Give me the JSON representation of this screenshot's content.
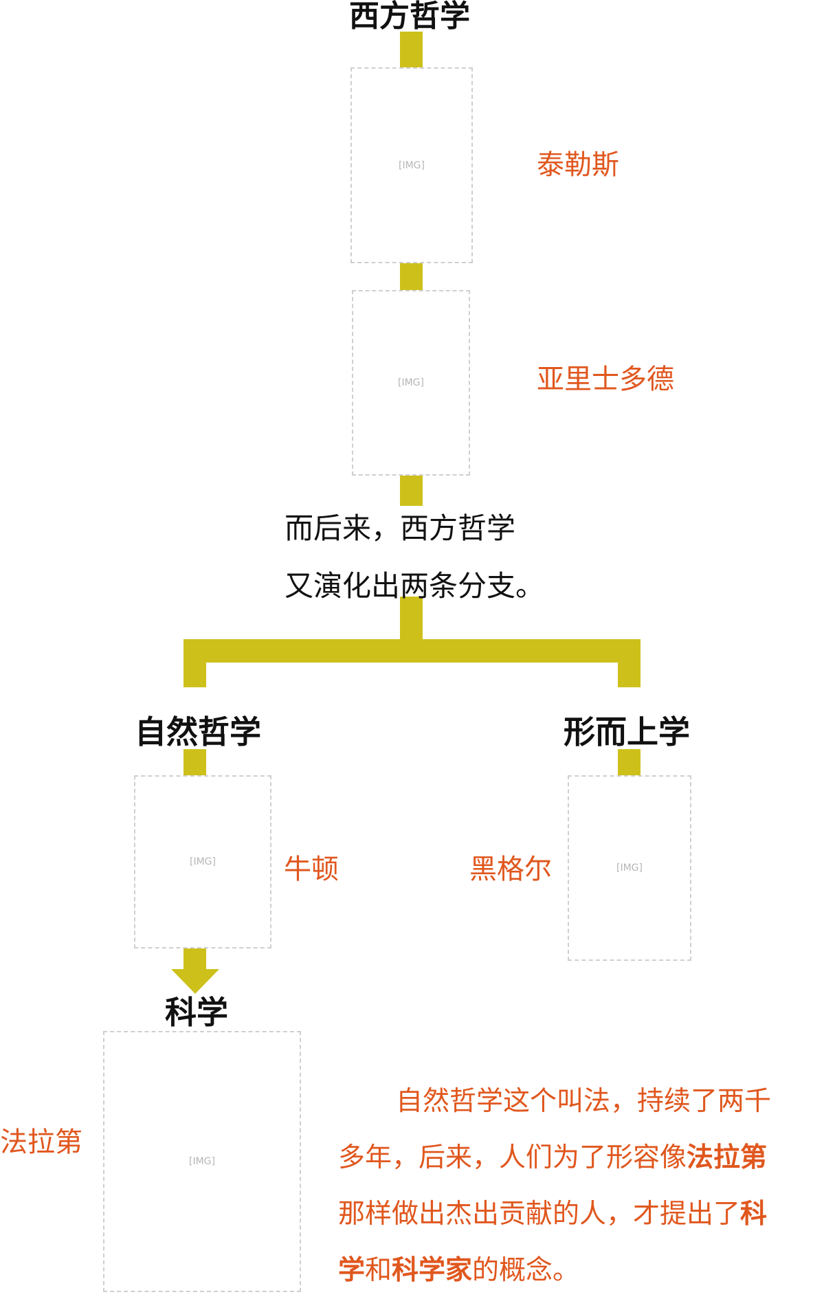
{
  "title": "西方哲学",
  "colors": {
    "trunk": "#cdc01b",
    "label": "#e0571e",
    "heading": "#111111"
  },
  "figures": {
    "thales": {
      "name": "泰勒斯"
    },
    "aristotle": {
      "name": "亚里士多德"
    },
    "newton": {
      "name": "牛顿"
    },
    "hegel": {
      "name": "黑格尔"
    },
    "faraday": {
      "name": "法拉第"
    }
  },
  "transition": {
    "line1": "而后来，西方哲学",
    "line2": "又演化出两条分支。"
  },
  "branches": {
    "left": "自然哲学",
    "right": "形而上学",
    "science": "科学"
  },
  "paragraph": {
    "l1": "自然哲学这个叫法，持续了两千",
    "l2a": "多年，后来，人们为了形容像",
    "l2b": "法拉第",
    "l3a": "那样做出杰出贡献的人，才提出了",
    "l3b": "科",
    "l4a": "学",
    "l4b": "和",
    "l4c": "科学家",
    "l4d": "的概念。"
  }
}
